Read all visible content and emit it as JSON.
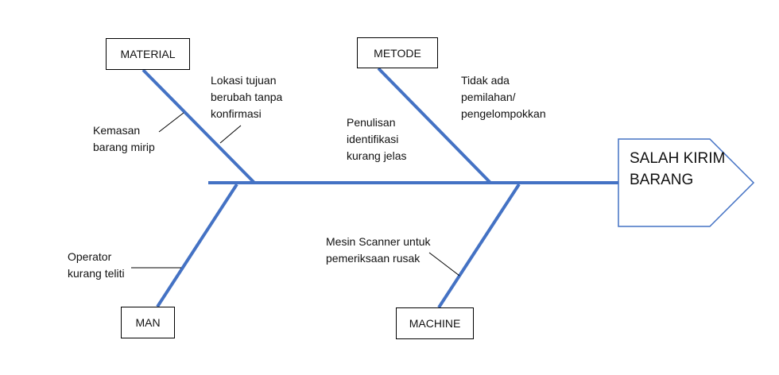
{
  "effect": "SALAH KIRIM\nBARANG",
  "categories": {
    "material": "MATERIAL",
    "metode": "METODE",
    "man": "MAN",
    "machine": "MACHINE"
  },
  "causes": {
    "material_1": "Kemasan\nbarang mirip",
    "material_2": "Lokasi tujuan\nberubah tanpa\nkonfirmasi",
    "metode_1": "Penulisan\nidentifikasi\nkurang jelas",
    "metode_2": "Tidak ada\npemilahan/\npengelompokkan",
    "man_1": "Operator\nkurang teliti",
    "machine_1": "Mesin Scanner untuk\npemeriksaan rusak"
  },
  "colors": {
    "bone": "#4472C4",
    "head_border": "#4472C4"
  }
}
